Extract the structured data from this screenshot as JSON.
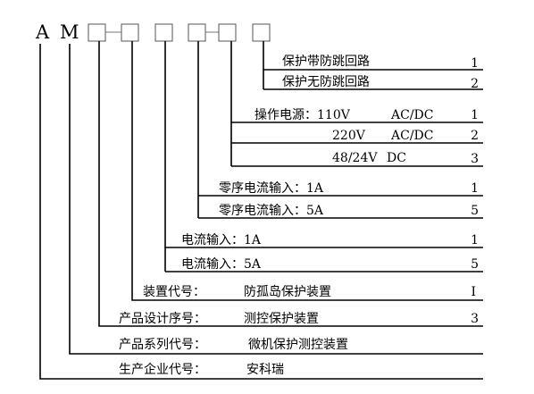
{
  "prefix": [
    "A",
    "M"
  ],
  "rows": [
    {
      "label": "保护带防跳回路",
      "code": "1"
    },
    {
      "label": "保护无防跳回路",
      "code": "2"
    },
    {
      "label": "操作电源：110V",
      "extra": "AC/DC",
      "code": "1"
    },
    {
      "label": "220V",
      "extra": "AC/DC",
      "code": "2"
    },
    {
      "label": "48/24V",
      "extra": "DC",
      "code": "3"
    },
    {
      "label": "零序电流输入：1A",
      "code": "1"
    },
    {
      "label": "零序电流输入：5A",
      "code": "5"
    },
    {
      "label": "电流输入：1A",
      "code": "1"
    },
    {
      "label": "电流输入：5A",
      "code": "5"
    },
    {
      "label": "装置代号：",
      "value": "防孤岛保护装置",
      "code": "I"
    },
    {
      "label": "产品设计序号：",
      "value": "测控保护装置",
      "code": "3"
    },
    {
      "label": "产品系列代号：",
      "value": "微机保护测控装置"
    },
    {
      "label": "生产企业代号：",
      "value": "安科瑞"
    }
  ]
}
